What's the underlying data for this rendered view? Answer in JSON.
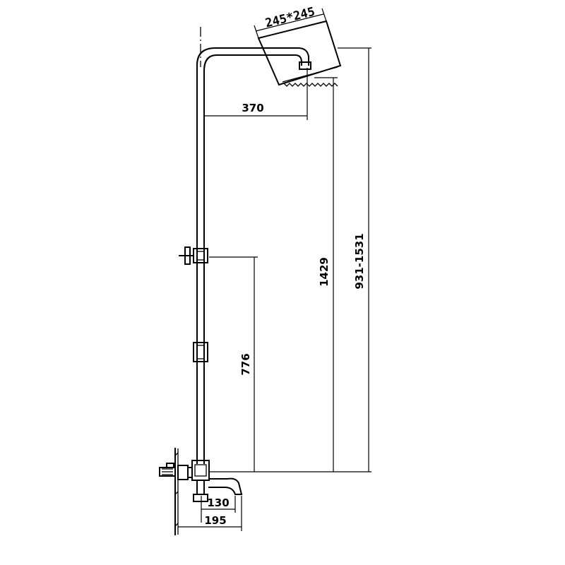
{
  "dimensions": {
    "head_size": "245*245",
    "arm_length": "370",
    "total_height": "1429",
    "adjustable_height": "931-1531",
    "bracket_height": "776",
    "spout_length": "130",
    "mixer_depth": "195"
  }
}
